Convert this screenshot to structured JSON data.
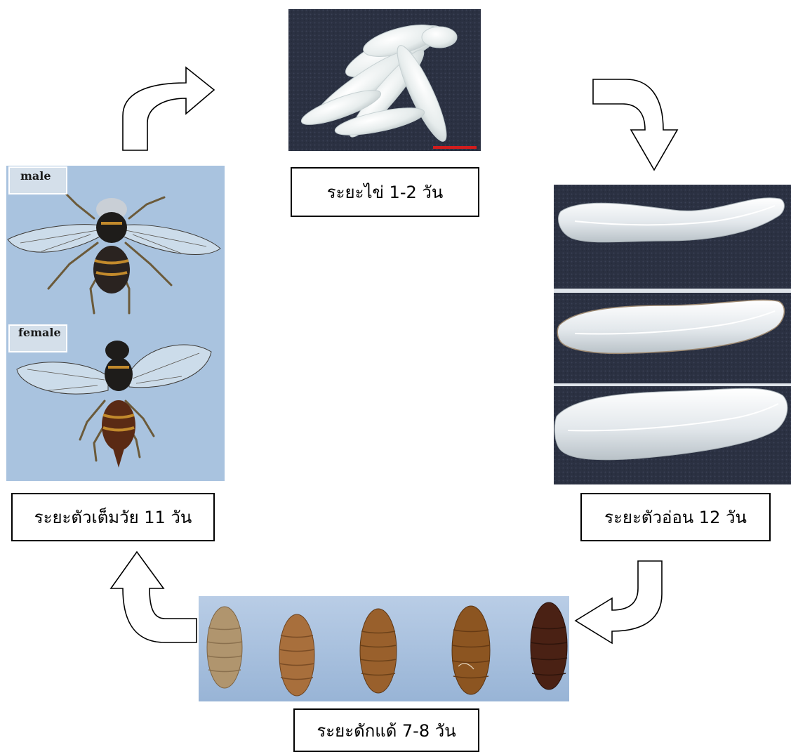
{
  "stages": {
    "egg": {
      "label": "ระยะไข่ 1-2  วัน"
    },
    "larva": {
      "label": "ระยะตัวอ่อน 12 วัน"
    },
    "pupa": {
      "label": "ระยะดักแด้ 7-8 วัน"
    },
    "adult": {
      "label": "ระยะตัวเต็มวัย 11 วัน",
      "male_tag": "male",
      "female_tag": "female"
    }
  },
  "icons": {
    "arrow_adult_to_egg": "curved-arrow-up-right-icon",
    "arrow_egg_to_larva": "curved-arrow-right-down-icon",
    "arrow_larva_to_pupa": "curved-arrow-down-left-icon",
    "arrow_pupa_to_adult": "curved-arrow-left-up-icon"
  },
  "colors": {
    "photo_background_dark": "#2b3142",
    "photo_background_light": "#a9c3df",
    "scale_bar": "#d21d1d",
    "egg": "#eef3f3",
    "larva": "#eceff2",
    "pupa_shades": [
      "#b0956e",
      "#a86f3c",
      "#99602c",
      "#8c5521",
      "#4a2114"
    ],
    "fly_body": "#1e1c1a",
    "fly_stripe": "#c28a2c"
  }
}
